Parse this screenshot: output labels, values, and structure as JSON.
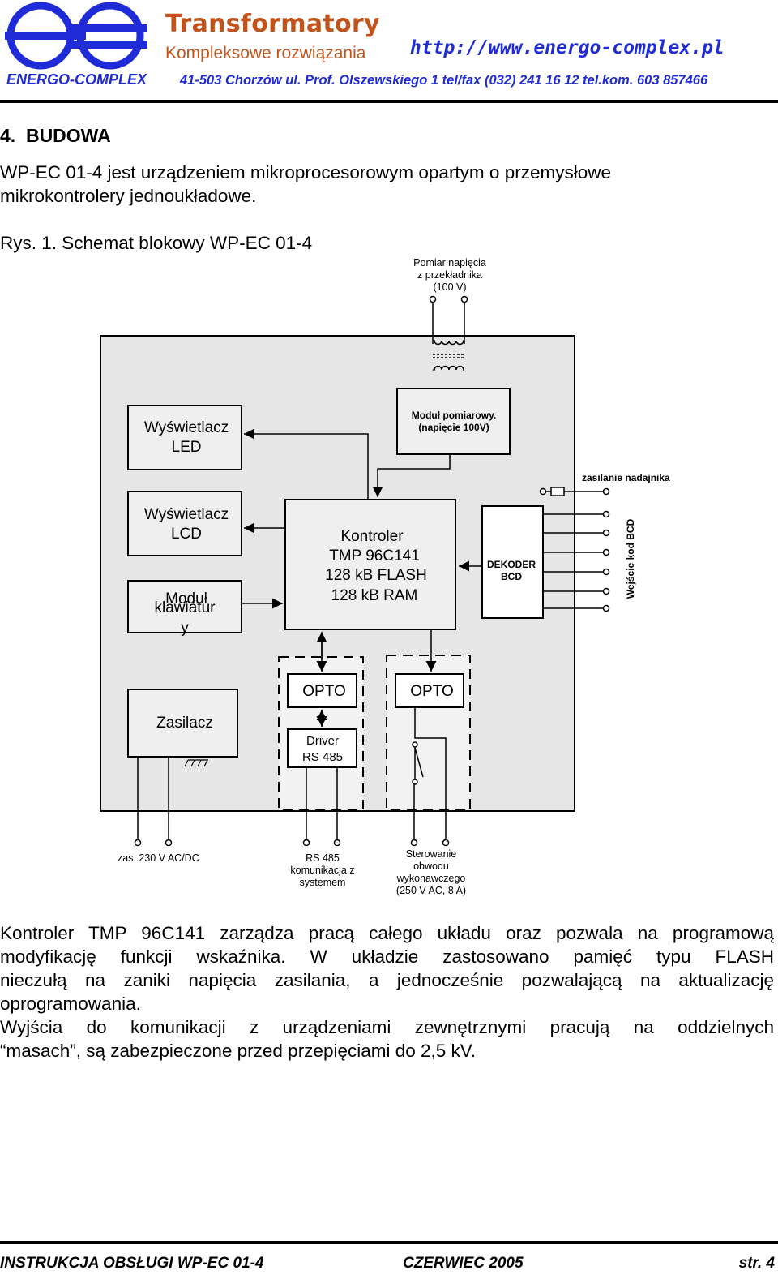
{
  "header": {
    "logo_text": "ENERGO-COMPLEX",
    "title": "Transformatory",
    "subtitle": "Kompleksowe rozwiązania",
    "url": "http://www.energo-complex.pl",
    "address": "41-503 Chorzów ul. Prof. Olszewskiego 1 tel/fax (032) 241 16 12 tel.kom. 603 857466",
    "colors": {
      "brand_blue": "#1f2bd6",
      "brand_orange": "#c0541c"
    }
  },
  "section": {
    "heading": "4.  BUDOWA",
    "intro": [
      "WP-EC 01-4 jest urządzeniem mikroprocesorowym opartym o przemysłowe",
      "mikrokontrolery jednoukładowe."
    ],
    "figure_caption": "Rys. 1. Schemat blokowy WP-EC 01-4"
  },
  "diagram": {
    "measurement_input": [
      "Pomiar napięcia",
      "z przekładnika",
      "(100 V)"
    ],
    "led_display": [
      "Wyświetlacz",
      "LED"
    ],
    "lcd_display": [
      "Wyświetlacz",
      "LCD"
    ],
    "keyboard_module": [
      "Moduł",
      "klawiatur",
      "y"
    ],
    "measurement_module": [
      "Moduł pomiarowy.",
      "(napięcie 100V)"
    ],
    "controller": [
      "Kontroler",
      "TMP 96C141",
      "128 kB FLASH",
      "128 kB RAM"
    ],
    "decoder": [
      "DEKODER",
      "BCD"
    ],
    "transmitter_supply": "zasilanie nadajnika",
    "bcd_input": "Wejście kod BCD",
    "power_supply": "Zasilacz",
    "opto_left": "OPTO",
    "opto_right": "OPTO",
    "driver": [
      "Driver",
      "RS 485"
    ],
    "supply_label": "zas. 230 V AC/DC",
    "rs485_label": [
      "RS 485",
      "komunikacja z",
      "systemem"
    ],
    "control_label": [
      "Sterowanie",
      "obwodu",
      "wykonawczego",
      "(250 V AC, 8 A)"
    ]
  },
  "paragraphs": {
    "p1": [
      "Kontroler TMP 96C141 zarządza pracą całego układu oraz pozwala na programową",
      "modyfikację funkcji wskaźnika. W układzie zastosowano pamięć typu FLASH",
      "nieczułą na zaniki napięcia zasilania, a jednocześnie pozwalającą na aktualizację",
      "oprogramowania."
    ],
    "p2": [
      "Wyjścia do komunikacji z urządzeniami zewnętrznymi pracują na oddzielnych",
      "“masach”, są zabezpieczone przed przepięciami do 2,5 kV."
    ]
  },
  "footer": {
    "doc_title": "INSTRUKCJA OBSŁUGI WP-EC 01-4",
    "date": "CZERWIEC 2005",
    "page": "str. 4"
  }
}
